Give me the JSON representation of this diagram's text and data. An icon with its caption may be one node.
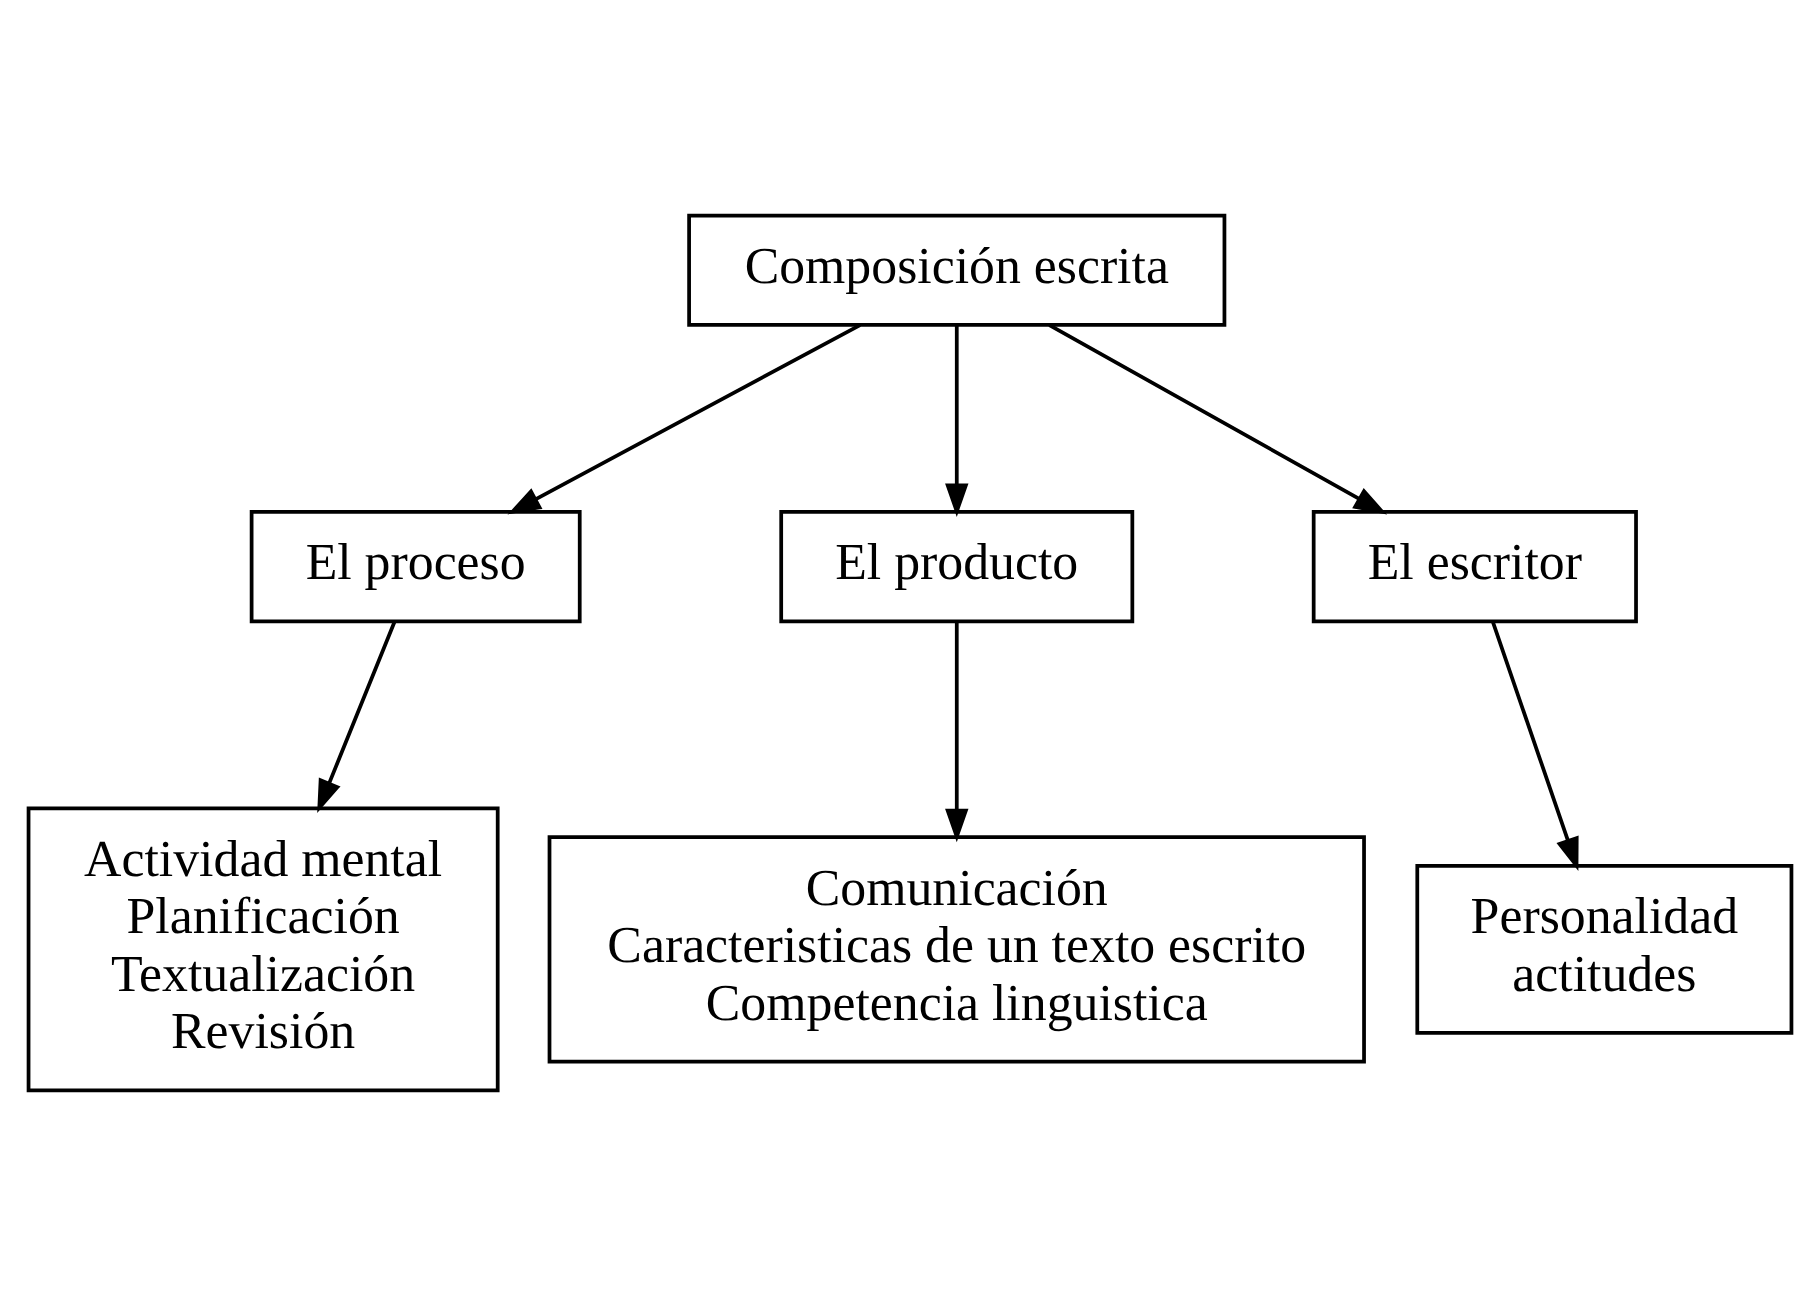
{
  "diagram": {
    "nodes": [
      {
        "text": [
          "Composición escrita"
        ]
      },
      {
        "text": [
          "El proceso"
        ]
      },
      {
        "text": [
          "El producto"
        ]
      },
      {
        "text": [
          "El escritor"
        ]
      },
      {
        "text": [
          "Actividad mental",
          "Planificación",
          "Textualización",
          "Revisión"
        ]
      },
      {
        "text": [
          "Comunicación",
          "Caracteristicas de un texto escrito",
          "Competencia linguistica"
        ]
      },
      {
        "text": [
          "Personalidad",
          "actitudes"
        ]
      }
    ],
    "edges": [
      {
        "from": 0,
        "to": 1,
        "arrow": "to"
      },
      {
        "from": 0,
        "to": 2,
        "arrow": "to"
      },
      {
        "from": 0,
        "to": 3,
        "arrow": "to"
      },
      {
        "from": 1,
        "to": 4,
        "arrow": "to"
      },
      {
        "from": 2,
        "to": 5,
        "arrow": "to"
      },
      {
        "from": 3,
        "to": 6,
        "arrow": "to"
      }
    ]
  }
}
